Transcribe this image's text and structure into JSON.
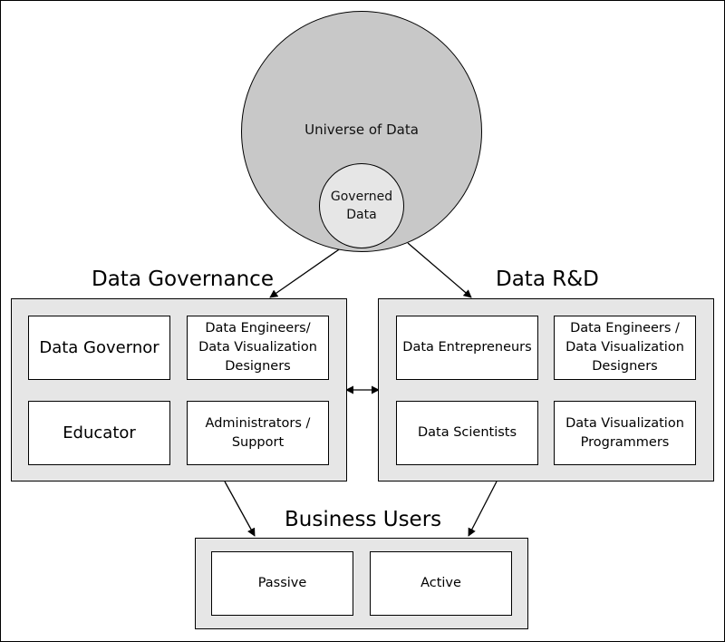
{
  "universe": {
    "label": "Universe of Data",
    "governed": "Governed\nData"
  },
  "governance": {
    "title": "Data Governance",
    "cells": [
      "Data Governor",
      "Data Engineers/\nData Visualization\nDesigners",
      "Educator",
      "Administrators /\nSupport"
    ]
  },
  "rnd": {
    "title": "Data R&D",
    "cells": [
      "Data Entrepreneurs",
      "Data Engineers /\nData Visualization\nDesigners",
      "Data Scientists",
      "Data Visualization\nProgrammers"
    ]
  },
  "business": {
    "title": "Business Users",
    "cells": [
      "Passive",
      "Active"
    ]
  },
  "colors": {
    "panel": "#e6e6e6",
    "outer_circle": "#c8c8c8",
    "inner_circle": "#e6e6e6"
  }
}
